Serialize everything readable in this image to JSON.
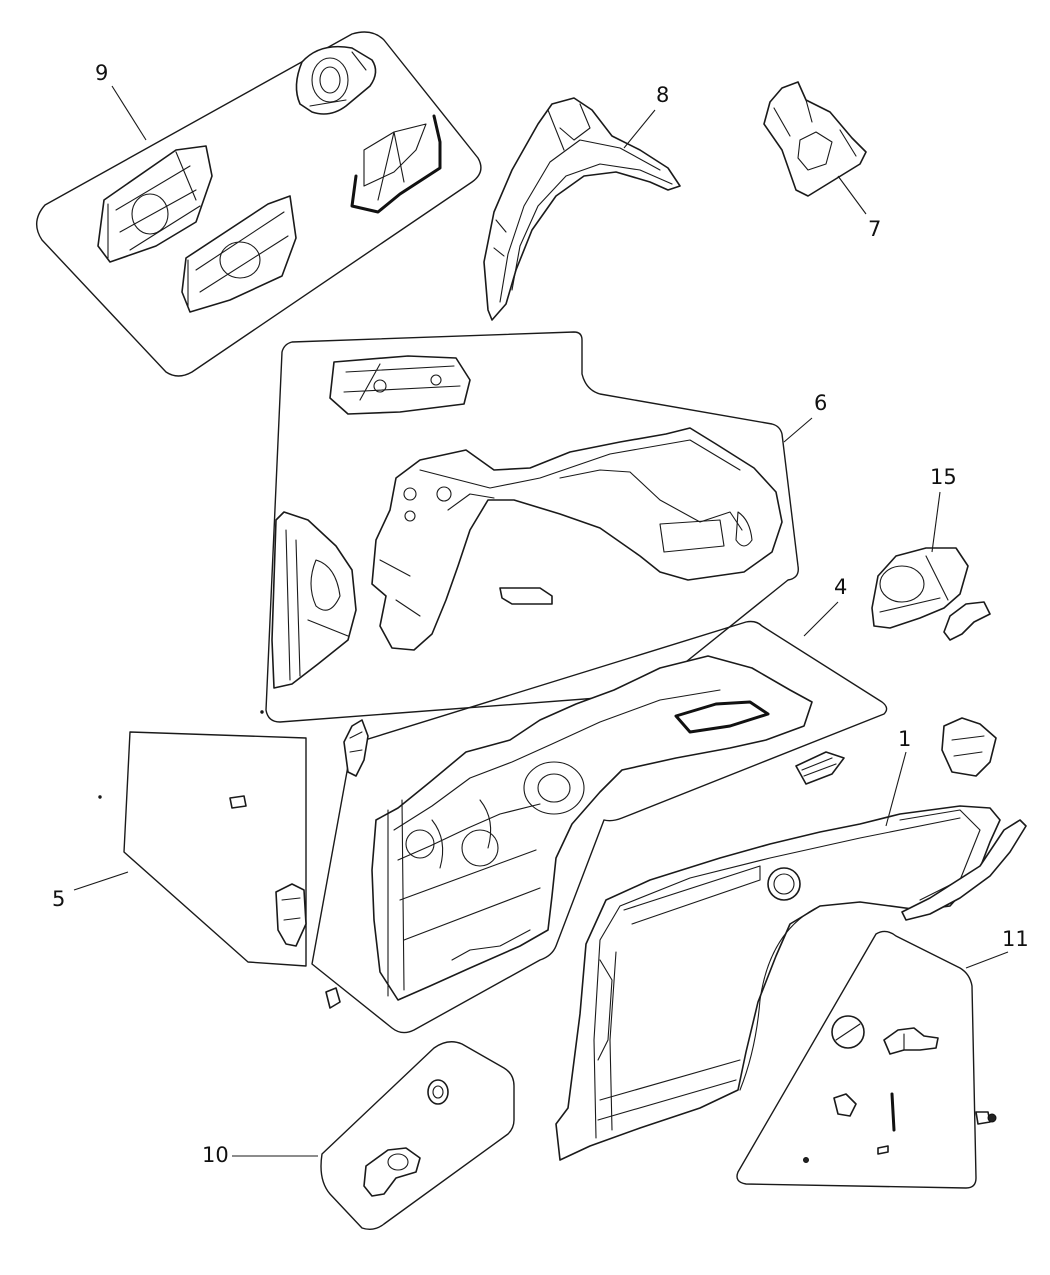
{
  "diagram": {
    "callouts": [
      {
        "id": "c1",
        "label": "1"
      },
      {
        "id": "c4",
        "label": "4"
      },
      {
        "id": "c5",
        "label": "5"
      },
      {
        "id": "c6",
        "label": "6"
      },
      {
        "id": "c7",
        "label": "7"
      },
      {
        "id": "c8",
        "label": "8"
      },
      {
        "id": "c9",
        "label": "9"
      },
      {
        "id": "c10",
        "label": "10"
      },
      {
        "id": "c11",
        "label": "11"
      },
      {
        "id": "c15",
        "label": "15"
      }
    ]
  }
}
